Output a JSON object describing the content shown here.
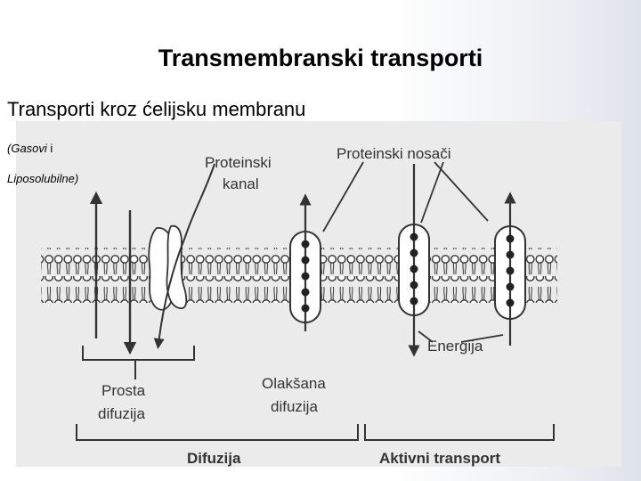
{
  "slide": {
    "title": "Transmembranski transporti",
    "subtitle": "Transporti kroz ćelijsku membranu",
    "note_part1": "(Gasovi",
    "note_part2": "i",
    "note_part3": "Liposolubilne)"
  },
  "diagram": {
    "label_protein_channel_line1": "Proteinski",
    "label_protein_channel_line2": "kanal",
    "label_protein_carriers": "Proteinski nosači",
    "label_energy": "Energija",
    "label_simple_diffusion_line1": "Prosta",
    "label_simple_diffusion_line2": "difuzija",
    "label_facilitated_diffusion_line1": "Olakšana",
    "label_facilitated_diffusion_line2": "difuzija",
    "label_diffusion": "Difuzija",
    "label_active_transport": "Aktivni transport",
    "colors": {
      "line": "#333333",
      "figure_bg": "#ebebeb",
      "carrier_fill": "#ffffff"
    }
  }
}
